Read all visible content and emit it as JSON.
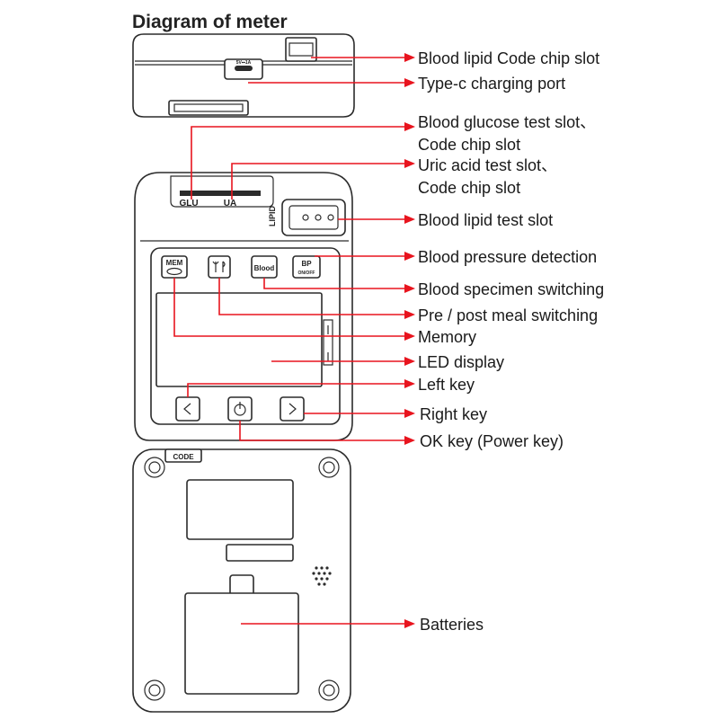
{
  "title": "Diagram of meter",
  "colors": {
    "leader": "#e8141e",
    "outline": "#2b2b2b",
    "text": "#1a1a1a"
  },
  "device_marks": {
    "slot_glu": "GLU",
    "slot_ua": "UA",
    "slot_lipid": "LIPID",
    "key_mem": "MEM",
    "key_blood": "Blood",
    "key_bp": "BP",
    "key_bp_sub": "ON/OFF",
    "code_tag": "CODE",
    "type_c_mark": "5V⎓1A"
  },
  "callouts": [
    {
      "id": "lipid-code-chip-slot",
      "lines": [
        "Blood lipid Code chip slot"
      ]
    },
    {
      "id": "type-c-port",
      "lines": [
        "Type-c charging port"
      ]
    },
    {
      "id": "glucose-slot",
      "lines": [
        "Blood glucose test slot、",
        "Code chip slot"
      ]
    },
    {
      "id": "uric-acid-slot",
      "lines": [
        "Uric acid test slot、",
        "Code chip slot"
      ]
    },
    {
      "id": "lipid-test-slot",
      "lines": [
        "Blood lipid test slot"
      ]
    },
    {
      "id": "bp-detection",
      "lines": [
        "Blood pressure detection"
      ]
    },
    {
      "id": "specimen-switching",
      "lines": [
        "Blood specimen switching"
      ]
    },
    {
      "id": "meal-switching",
      "lines": [
        "Pre / post meal switching"
      ]
    },
    {
      "id": "memory",
      "lines": [
        "Memory"
      ]
    },
    {
      "id": "led-display",
      "lines": [
        "LED display"
      ]
    },
    {
      "id": "left-key",
      "lines": [
        "Left key"
      ]
    },
    {
      "id": "right-key",
      "lines": [
        "Right key"
      ]
    },
    {
      "id": "ok-key",
      "lines": [
        "OK key (Power key)"
      ]
    },
    {
      "id": "batteries",
      "lines": [
        "Batteries"
      ]
    }
  ]
}
